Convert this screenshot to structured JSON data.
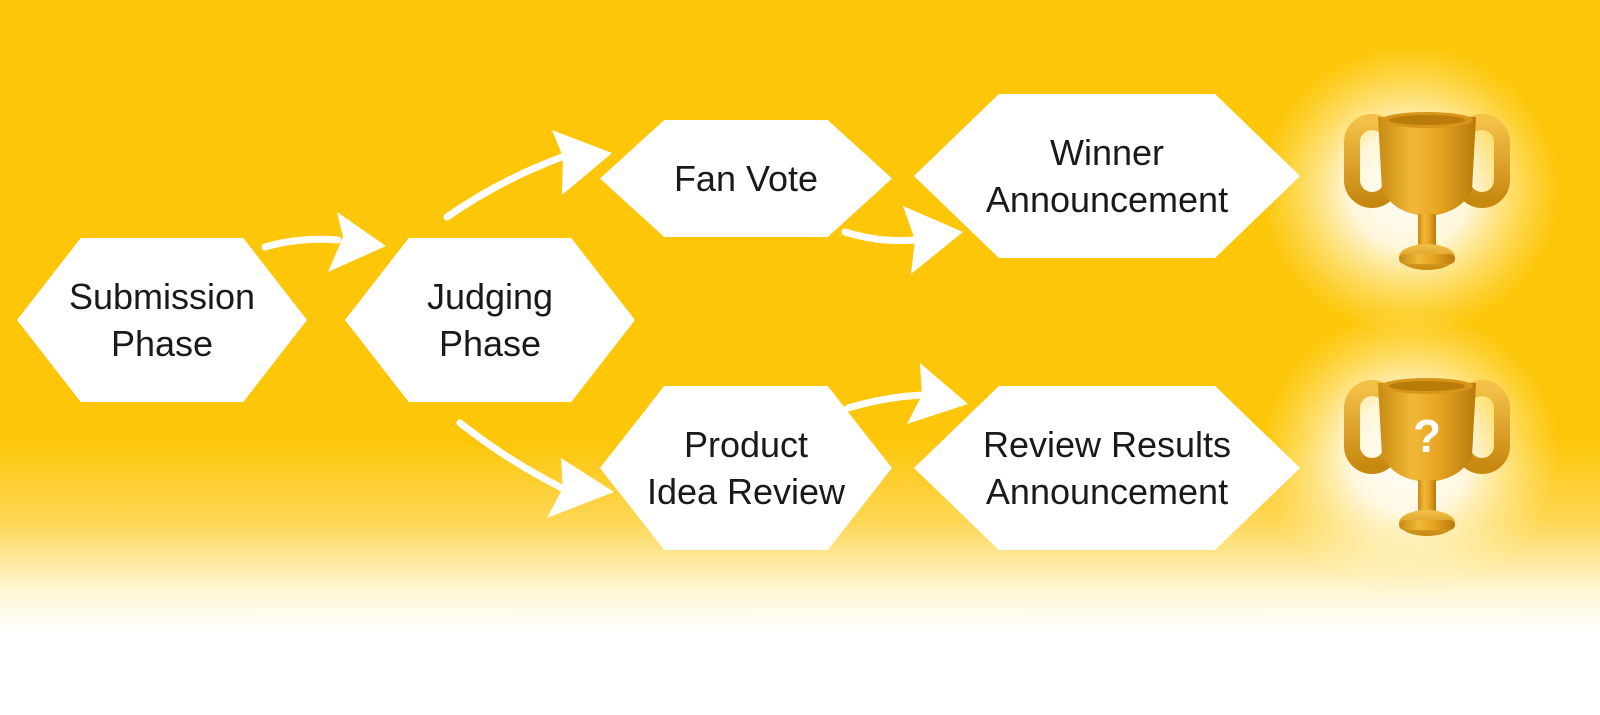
{
  "nodes": {
    "submission": {
      "label": "Submission\nPhase"
    },
    "judging": {
      "label": "Judging\nPhase"
    },
    "fan_vote": {
      "label": "Fan Vote"
    },
    "winner": {
      "label": "Winner\nAnnouncement"
    },
    "product_review": {
      "label": "Product\nIdea Review"
    },
    "review_results": {
      "label": "Review Results\nAnnouncement"
    }
  },
  "trophies": [
    {
      "icon": "trophy-icon",
      "mark": ""
    },
    {
      "icon": "trophy-question-icon",
      "mark": "?"
    }
  ],
  "colors": {
    "background": "#fdc609",
    "node_fill": "#ffffff",
    "arrow": "#ffffff",
    "trophy_gold": "#e8a623",
    "text": "#1a1a1a"
  }
}
